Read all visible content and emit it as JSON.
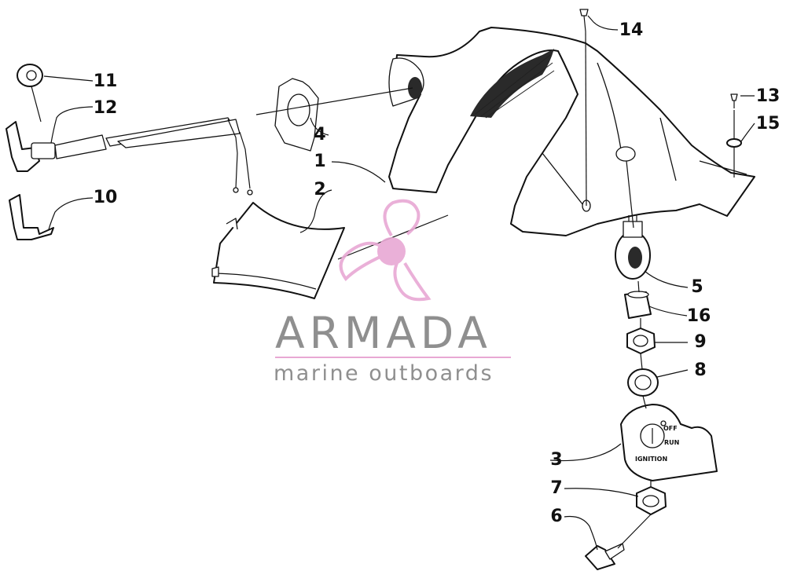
{
  "callouts": [
    "1",
    "2",
    "3",
    "4",
    "5",
    "6",
    "7",
    "8",
    "9",
    "10",
    "11",
    "12",
    "13",
    "14",
    "15",
    "16"
  ],
  "ignition_plate": {
    "label": "IGNITION",
    "off": "OFF",
    "run": "RUN"
  },
  "watermark": {
    "brand": "ARMADA",
    "tagline": "marine outboards",
    "text_color": "#8f8f8f",
    "accent_color": "#e8a8d4"
  }
}
